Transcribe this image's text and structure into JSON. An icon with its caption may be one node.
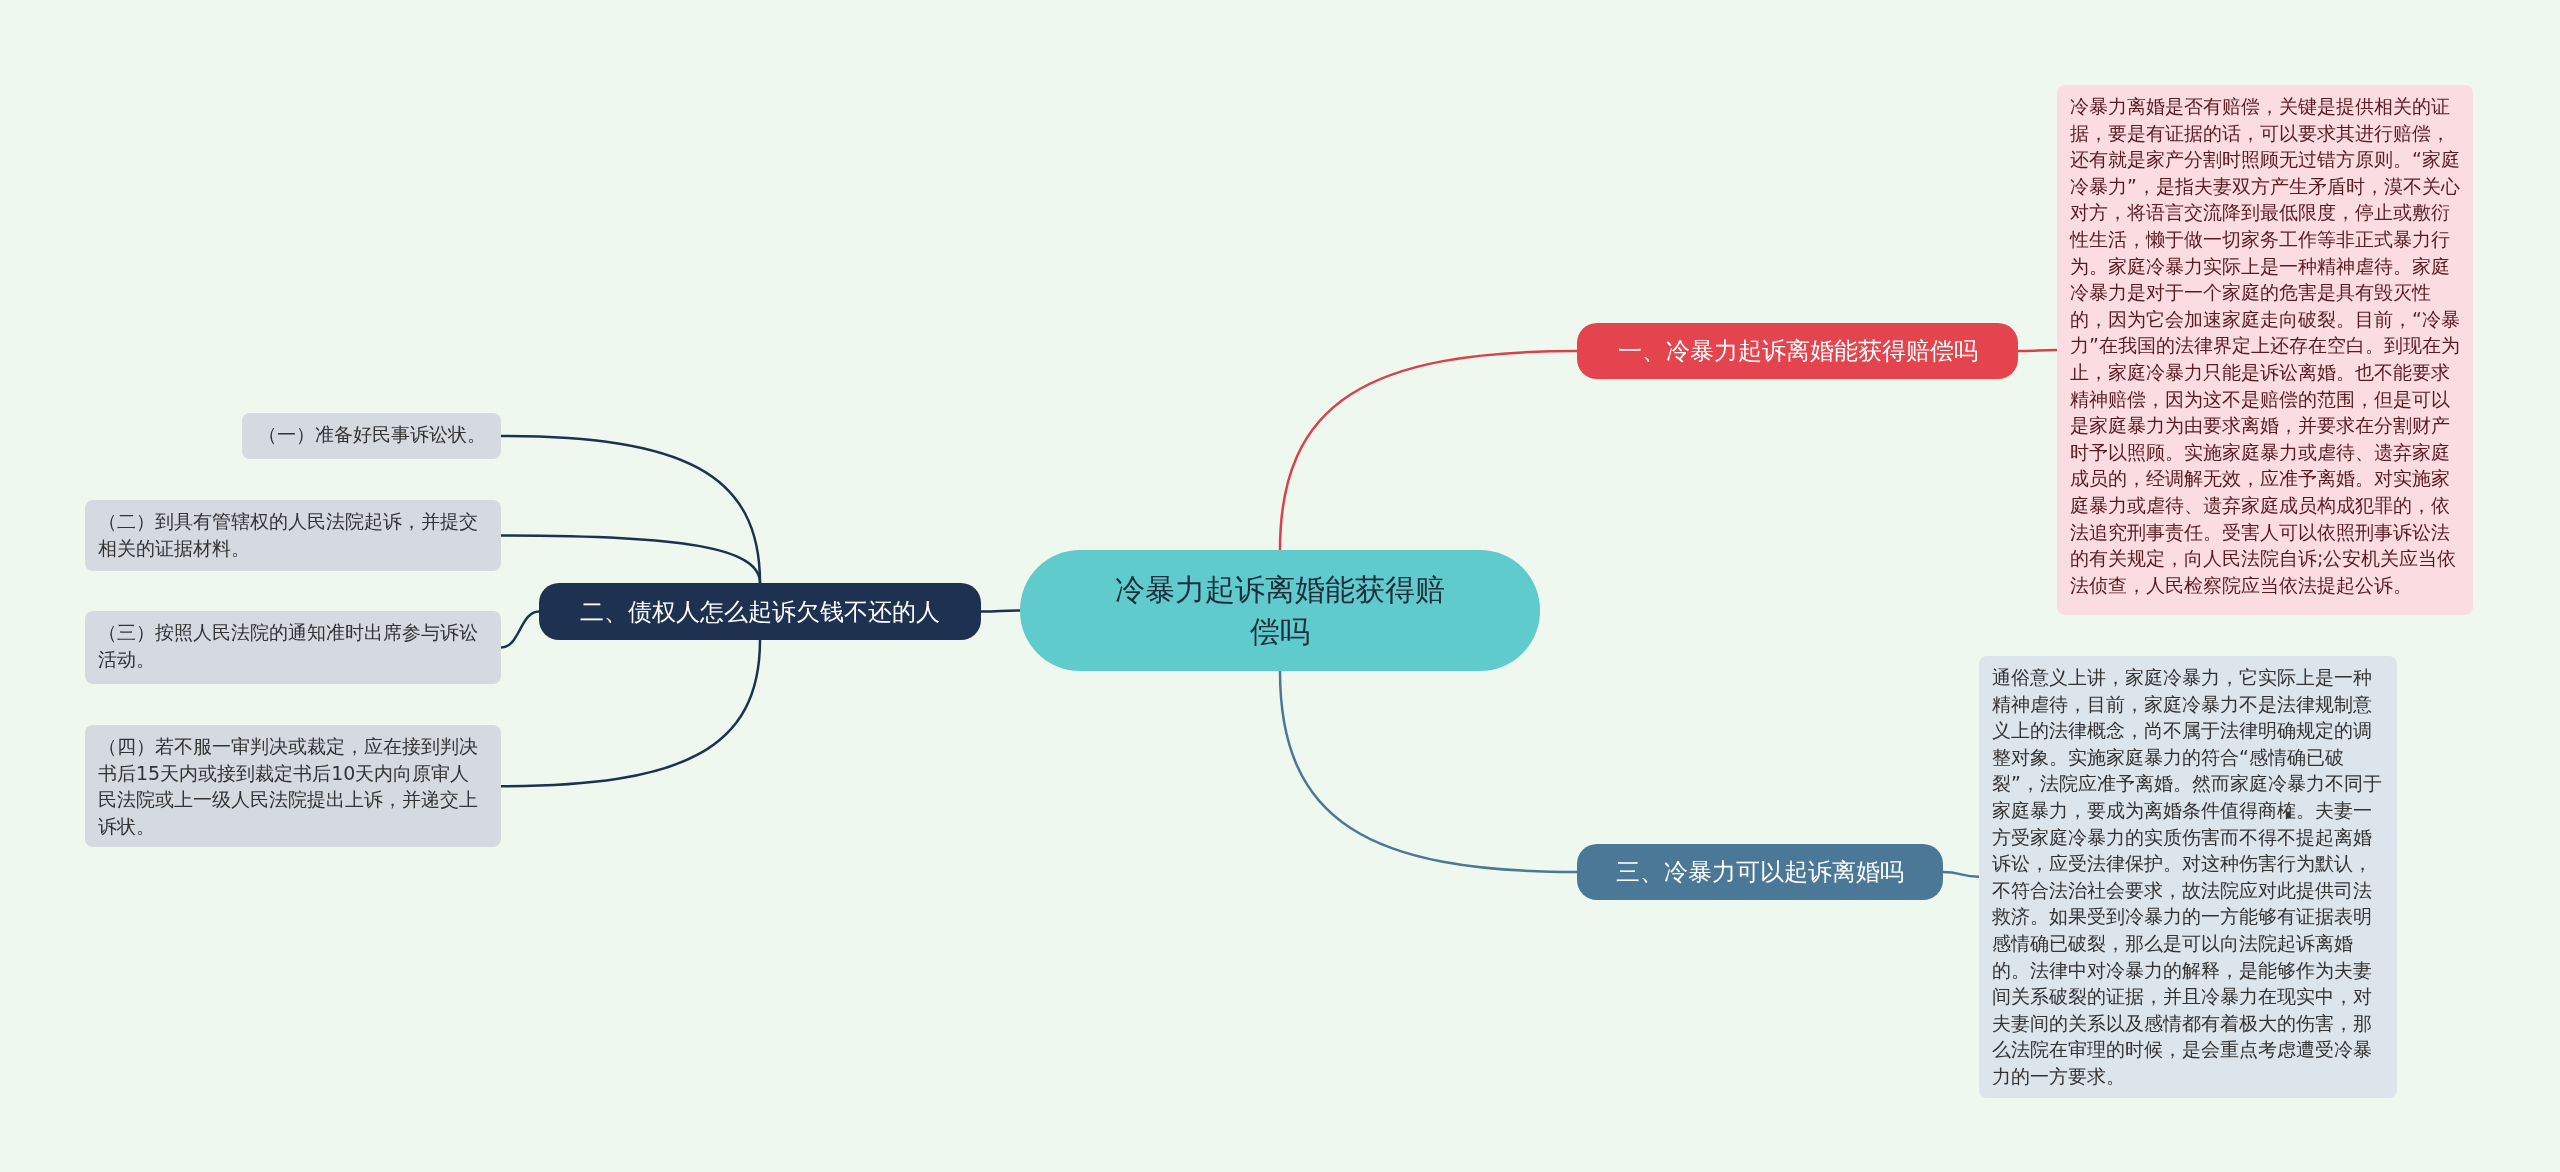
{
  "diagram": {
    "nodes": [
      {
        "text": [
          "冷暴力起诉离婚能获得赔偿吗"
        ]
      },
      {
        "text": [
          "一、冷暴力起诉离婚能获得赔偿吗"
        ]
      },
      {
        "text": [
          "冷暴力离婚是否有赔偿，关键是提供相关的证据，要是有证据的话，可以要求其进行赔偿，还有就是家产分割时照顾无过错方原则。“家庭冷暴力”，是指夫妻双方产生矛盾时，漠不关心对方，将语言交流降到最低限度，停止或敷衍性生活，懒于做一切家务工作等非正式暴力行为。家庭冷暴力实际上是一种精神虐待。家庭冷暴力是对于一个家庭的危害是具有毁灭性的，因为它会加速家庭走向破裂。目前，“冷暴力”在我国的法律界定上还存在空白。到现在为止，家庭冷暴力只能是诉讼离婚。也不能要求精神赔偿，因为这不是赔偿的范围，但是可以是家庭暴力为由要求离婚，并要求在分割财产时予以照顾。实施家庭暴力或虐待、遗弃家庭成员的，经调解无效，应准予离婚。对实施家庭暴力或虐待、遗弃家庭成员构成犯罪的，依法追究刑事责任。受害人可以依照刑事诉讼法的有关规定，向人民法院自诉;公安机关应当依法侦查，人民检察院应当依法提起公诉。"
        ]
      },
      {
        "text": [
          "二、债权人怎么起诉欠钱不还的人"
        ]
      },
      {
        "text": [
          "（一）准备好民事诉讼状。"
        ]
      },
      {
        "text": [
          "（二）到具有管辖权的人民法院起诉，并提交相关的证据材料。"
        ]
      },
      {
        "text": [
          "（三）按照人民法院的通知准时出席参与诉讼活动。"
        ]
      },
      {
        "text": [
          "（四）若不服一审判决或裁定，应在接到判决书后15天内或接到裁定书后10天内向原审人民法院或上一级人民法院提出上诉，并递交上诉状。"
        ]
      },
      {
        "text": [
          "三、冷暴力可以起诉离婚吗"
        ]
      },
      {
        "text": [
          "通俗意义上讲，家庭冷暴力，它实际上是一种精神虐待，目前，家庭冷暴力不是法律规制意义上的法律概念，尚不属于法律明确规定的调整对象。实施家庭暴力的符合“感情确已破裂”，法院应准予离婚。然而家庭冷暴力不同于家庭暴力，要成为离婚条件值得商榷。夫妻一方受家庭冷暴力的实质伤害而不得不提起离婚诉讼，应受法律保护。对这种伤害行为默认，不符合法治社会要求，故法院应对此提供司法救济。如果受到冷暴力的一方能够有证据表明感情确已破裂，那么是可以向法院起诉离婚的。法律中对冷暴力的解释，是能够作为夫妻间关系破裂的证据，并且冷暴力在现实中，对夫妻间的关系以及感情都有着极大的伤害，那么法院在审理的时候，是会重点考虑遭受冷暴力的一方要求。"
        ]
      }
    ],
    "edges": [
      {
        "from": 0,
        "to": 1,
        "arrow": "none",
        "color": "#d9404a"
      },
      {
        "from": 1,
        "to": 2,
        "arrow": "none",
        "color": "#d9404a"
      },
      {
        "from": 0,
        "to": 3,
        "arrow": "none"
      },
      {
        "from": 3,
        "to": 4,
        "arrow": "none"
      },
      {
        "from": 3,
        "to": 5,
        "arrow": "none"
      },
      {
        "from": 3,
        "to": 6,
        "arrow": "none"
      },
      {
        "from": 3,
        "to": 7,
        "arrow": "none"
      },
      {
        "from": 0,
        "to": 8,
        "arrow": "none",
        "color": "#4a7896"
      },
      {
        "from": 8,
        "to": 9,
        "arrow": "none",
        "color": "#4a7896"
      }
    ]
  }
}
